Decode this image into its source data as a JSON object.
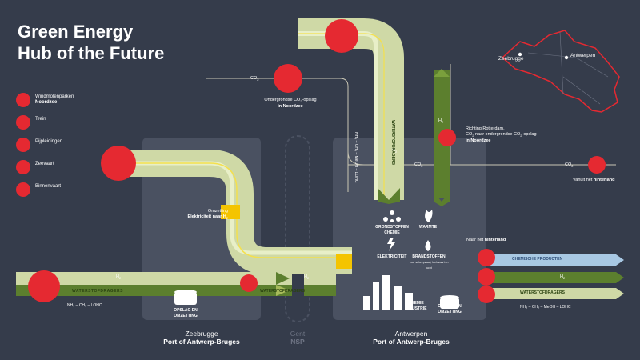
{
  "title": {
    "line1": "Green Energy",
    "line2": "Hub of the Future"
  },
  "legend": [
    {
      "icon": "wind-turbine-icon",
      "label": "Windmolenparken",
      "bold": "Noordzee"
    },
    {
      "icon": "train-icon",
      "label": "Trein",
      "bold": ""
    },
    {
      "icon": "pipeline-icon",
      "label": "Pijpleidingen",
      "bold": ""
    },
    {
      "icon": "ship-icon",
      "label": "Zeevaart",
      "bold": ""
    },
    {
      "icon": "barge-icon",
      "label": "Binnenvaart",
      "bold": ""
    }
  ],
  "map": {
    "zeebrugge": "Zeebrugge",
    "antwerpen": "Antwerpen"
  },
  "labels": {
    "co2": "CO",
    "co2_sub": "2",
    "co2_storage_1": "Ondergrondse CO",
    "co2_storage_1b": "-opslag",
    "co2_storage_2": "in Noordzee",
    "rotterdam_1": "Richting Rotterdam.",
    "rotterdam_2a": "CO",
    "rotterdam_2b": " naar ondergrondse CO",
    "rotterdam_2c": "-opslag",
    "rotterdam_3": "in Noordzee",
    "hinterland_in": "Vanuit het ",
    "hinterland_in_b": "hinterland",
    "naar_hinterland": "Naar het ",
    "naar_hinterland_b": "hinterland",
    "conversion_1": "Omzetting",
    "conversion_2": "Elektriciteit naar H",
    "conversion_2_sub": "2",
    "waterstofdragers": "WATERSTOFDRAGERS",
    "chemische_producten": "CHEMISCHE PRODUCTEN",
    "h2": "H",
    "h2_sub": "2",
    "carriers_left": "NH₃ – CH₃ – LOHC",
    "carriers_right": "NH₃ – CH₃ – MeOH – LOHC",
    "carriers_vertical": "NH₃ – CH₃ – MeOH – LOHC",
    "grondstoffen_1": "GRONDSTOFFEN",
    "grondstoffen_2": "CHEMIE",
    "warmte": "WARMTE",
    "elektriciteit": "ELEKTRICITEIT",
    "brandstoffen": "BRANDSTOFFEN",
    "brandstoffen_sub": "voor scheepvaart, luchtvaart en lucht",
    "opslag_1": "OPSLAG EN",
    "opslag_2": "OMZETTING",
    "chemie_1": "CHEMIE",
    "chemie_2": "INDUSTRIE"
  },
  "ports": {
    "zeebrugge": {
      "city": "Zeebrugge",
      "name": "Port of Antwerp-Bruges"
    },
    "gent": {
      "city": "Gent",
      "name": "NSP"
    },
    "antwerpen": {
      "city": "Antwerpen",
      "name": "Port of Antwerp-Bruges"
    }
  },
  "colors": {
    "background": "#353c4b",
    "zone": "#4a5161",
    "red": "#e52931",
    "pale_green": "#cfd9a6",
    "yellow_line": "#f4e04d",
    "dark_green": "#5c7f2e",
    "light_blue": "#a8c8e3"
  }
}
